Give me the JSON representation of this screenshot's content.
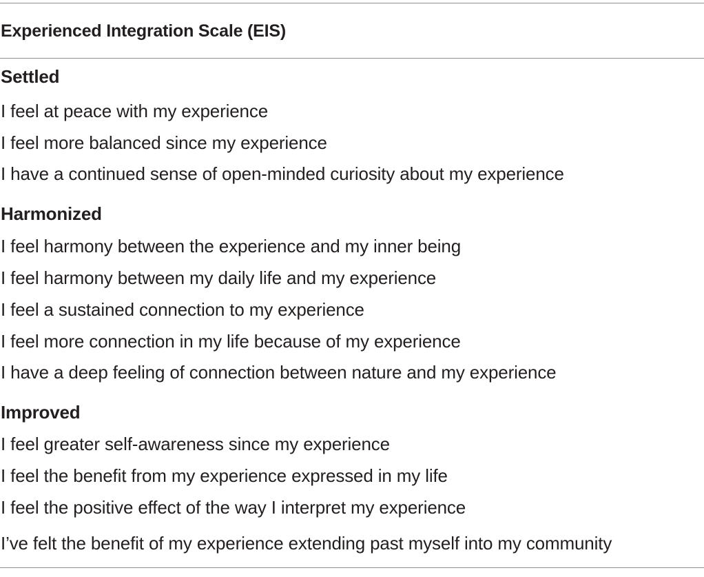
{
  "table": {
    "title": "Experienced Integration Scale (EIS)",
    "sections": [
      {
        "heading": "Settled",
        "items": [
          "I feel at peace with my experience",
          "I feel more balanced since my experience",
          "I have a continued sense of open-minded curiosity about my experience"
        ]
      },
      {
        "heading": "Harmonized",
        "items": [
          "I feel harmony between the experience and my inner being",
          "I feel harmony between my daily life and my experience",
          "I feel a sustained connection to my experience",
          "I feel more connection in my life because of my experience",
          "I have a deep feeling of connection between nature and my experience"
        ]
      },
      {
        "heading": "Improved",
        "items": [
          "I feel greater self-awareness since my experience",
          "I feel the benefit from my experience expressed in my life",
          "I feel the positive effect of the way I interpret my experience",
          "I’ve felt the benefit of my experience extending past myself into my community"
        ]
      }
    ]
  }
}
